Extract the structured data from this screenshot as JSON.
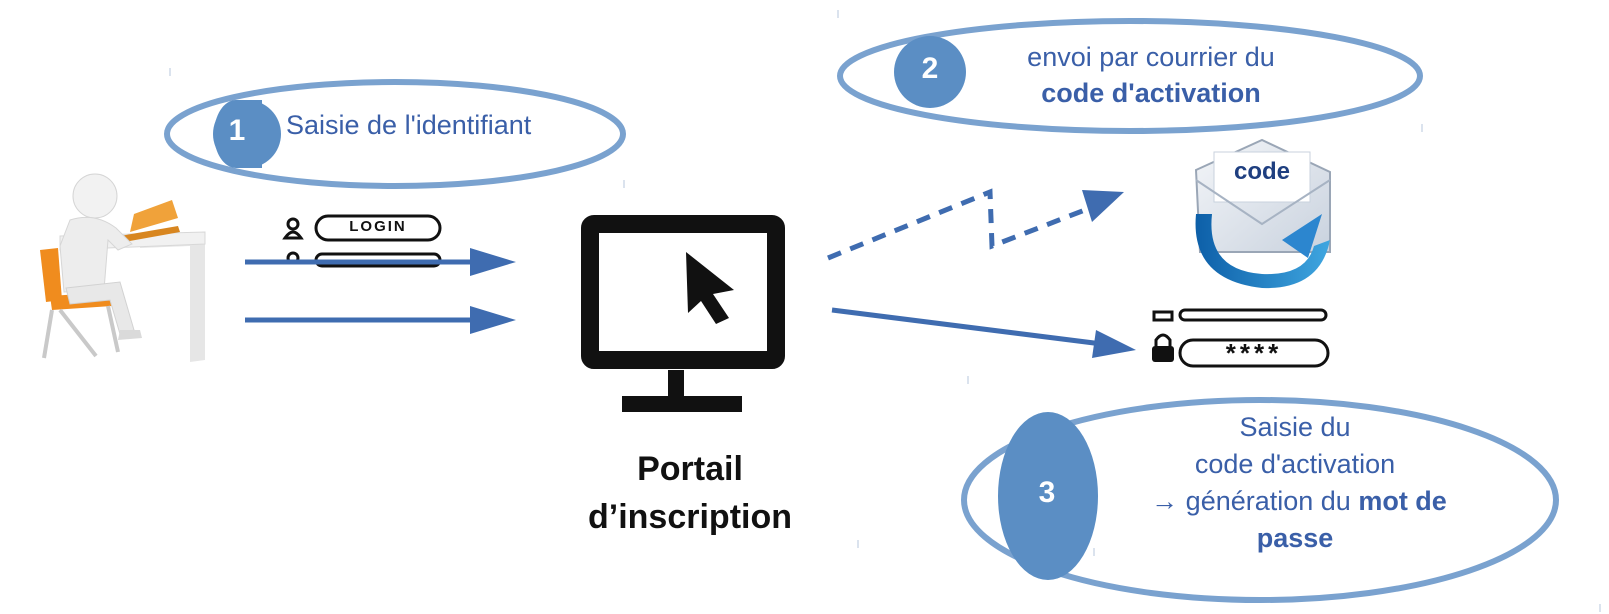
{
  "colors": {
    "accent": "#3f6cb0",
    "ellipse_stroke": "#7aa2cf",
    "badge_fill": "#5b8ec4",
    "label_text": "#3a5fa8",
    "dark": "#111111"
  },
  "steps": [
    {
      "number": "1",
      "text": "Saisie de l'identifiant"
    },
    {
      "number": "2",
      "line1": "envoi par courrier du",
      "line2_bold": "code d'activation"
    },
    {
      "number": "3",
      "line1": "Saisie du",
      "line2": "code d'activation",
      "line3_pre": "→ génération du ",
      "line3_bold": "mot de",
      "line4_bold": "passe"
    }
  ],
  "portal": {
    "line1": "Portail",
    "line2": "d’inscription"
  },
  "envelope": {
    "label": "code"
  },
  "login_widget": {
    "login_text": "LOGIN",
    "password_mask": "****"
  },
  "icons": [
    "user-at-desk-icon",
    "monitor-cursor-icon",
    "envelope-code-icon",
    "user-icon",
    "lock-icon"
  ]
}
